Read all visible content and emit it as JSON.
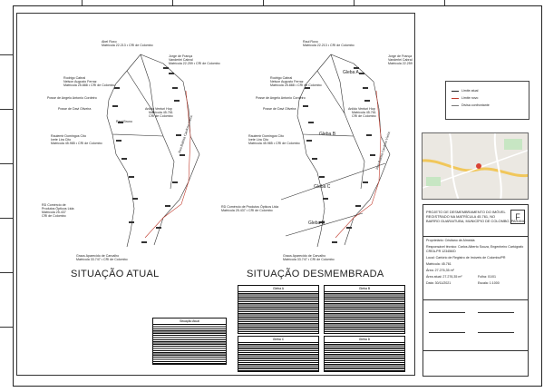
{
  "headings": {
    "left": "SITUAÇÃO ATUAL",
    "right": "SITUAÇÃO DESMEMBRADA"
  },
  "left_labels": [
    "Abel Roxo",
    "Matrícula 22.213 • CRI de Colombo",
    "Jorge de França",
    "Vanderlei Cabral",
    "Matrícula 22.259 • CRI de Colombo",
    "Rodrigo Cabral",
    "Nelson Augusto Ferraz",
    "Matrícula 25.888 • CRI de Colombo",
    "Posse de Angelo Antonio Cordeiro",
    "Posse de Davi Oliveira",
    "Anildo Venturi Hop",
    "Matrícula 45.761",
    "CRI de Colombo",
    "Raul Bruno",
    "Raulemir Domingos Cito",
    "Ivete Lira Cito",
    "Matrícula 45.985 • CRI de Colombo",
    "RD Comércio de",
    "Produtos Ópticos Ltda",
    "Matrícula 25.437",
    "CRI de Colombo",
    "Graus Aparecido de Carvalho",
    "Matrícula 33.747 • CRI de Colombo"
  ],
  "right_labels": [
    "Raul Roxo",
    "Matrícula 22.213 • CRI de Colombo",
    "Jorge de França",
    "Vanderlei Cabral",
    "Matrícula 22.259",
    "Gleba A",
    "Rodrigo Cabral",
    "Nelson Augusto Ferraz",
    "Matrícula 25.888 • CRI de Colombo",
    "Posse de Angelo Antonio Cordeiro",
    "Posse de Davi Oliveira",
    "Anildo Venturi Hop",
    "Matrícula 45.761",
    "CRI de Colombo",
    "Raulemir Domingos Cito",
    "Ivete Lira Cito",
    "Matrícula 45.985 • CRI de Colombo",
    "Gleba B",
    "Gleba C",
    "Gleba D",
    "RD Comércio de Produtos Ópticos Ltda",
    "Matrícula 25.437 • CRI de Colombo",
    "Graus Aparecido de Carvalho",
    "Matrícula 33.747 • CRI de Colombo"
  ],
  "road_label_left": "Rua Batista Cardoso Vieira",
  "road_label_right": "Rua Batista Cardoso Vieira",
  "legend": {
    "items": [
      "Limite atual",
      "Limite novo",
      "Divisa confrontante"
    ]
  },
  "title_block": {
    "project_lines": [
      "PROJETO DE DESMEMBRAMENTO DO IMÓVEL",
      "REGISTRADO NA MATRÍCULA 45.761, NO",
      "BAIRRO GUARAITUBA, MUNICÍPIO DE COLOMBO, PARANÁ"
    ],
    "logo_text": "F",
    "fields": [
      "Proprietário: Cristiano de Almeida",
      "Responsável técnico: Carlos Alberto Souza, Engenheiro Cartógrafo",
      "CREA-PR 123456/D",
      "Local: Cartório de Registro de Imóveis de Colombo/PR",
      "Matrícula: 45.761",
      "Área: 27.276,35 m²",
      "Área atual: 27.276,35 m²",
      "Data: 30/11/2021",
      "Escala: 1:1000",
      "Folha: 01/01"
    ]
  },
  "tables": [
    {
      "title": "Gleba A",
      "rows": 22
    },
    {
      "title": "Gleba B",
      "rows": 22
    },
    {
      "title": "Gleba C",
      "rows": 12
    },
    {
      "title": "Gleba D",
      "rows": 12
    },
    {
      "title": "Situação Atual",
      "rows": 10
    }
  ]
}
